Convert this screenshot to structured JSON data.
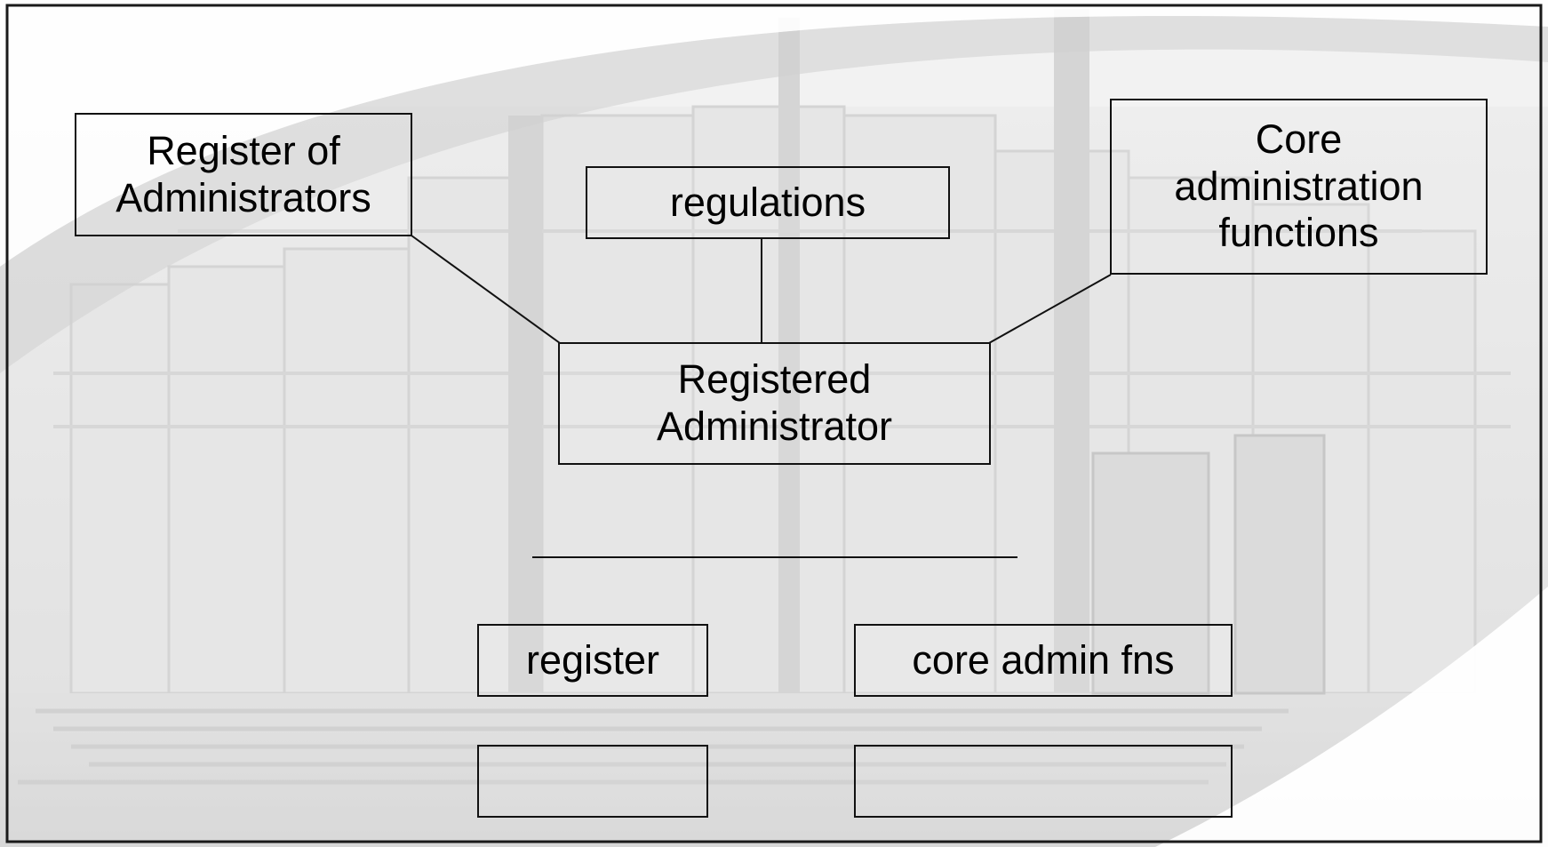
{
  "diagram": {
    "nodes": {
      "register_of_administrators": "Register of\nAdministrators",
      "regulations": "regulations",
      "core_administration_functions": "Core\nadministration\nfunctions",
      "registered_administrator": "Registered\nAdministrator",
      "register": "register",
      "core_admin_fns": "core admin fns",
      "blank_left": "",
      "blank_right": ""
    }
  },
  "colors": {
    "line": "#111111",
    "background_photo": "grayscale building entrance"
  }
}
